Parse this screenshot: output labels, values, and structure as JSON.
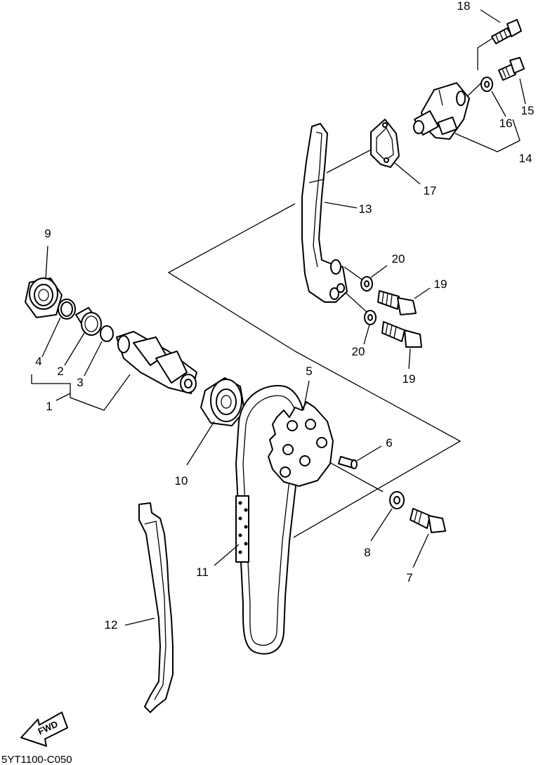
{
  "callouts": {
    "c1": "1",
    "c2": "2",
    "c3": "3",
    "c4": "4",
    "c5": "5",
    "c6": "6",
    "c7": "7",
    "c8": "8",
    "c9": "9",
    "c10": "10",
    "c11": "11",
    "c12": "12",
    "c13": "13",
    "c14": "14",
    "c15": "15",
    "c16": "16",
    "c17": "17",
    "c18": "18",
    "c19a": "19",
    "c19b": "19",
    "c20a": "20",
    "c20b": "20"
  },
  "fwd_label": "FWD",
  "diagram_code": "5YT1100-C050"
}
